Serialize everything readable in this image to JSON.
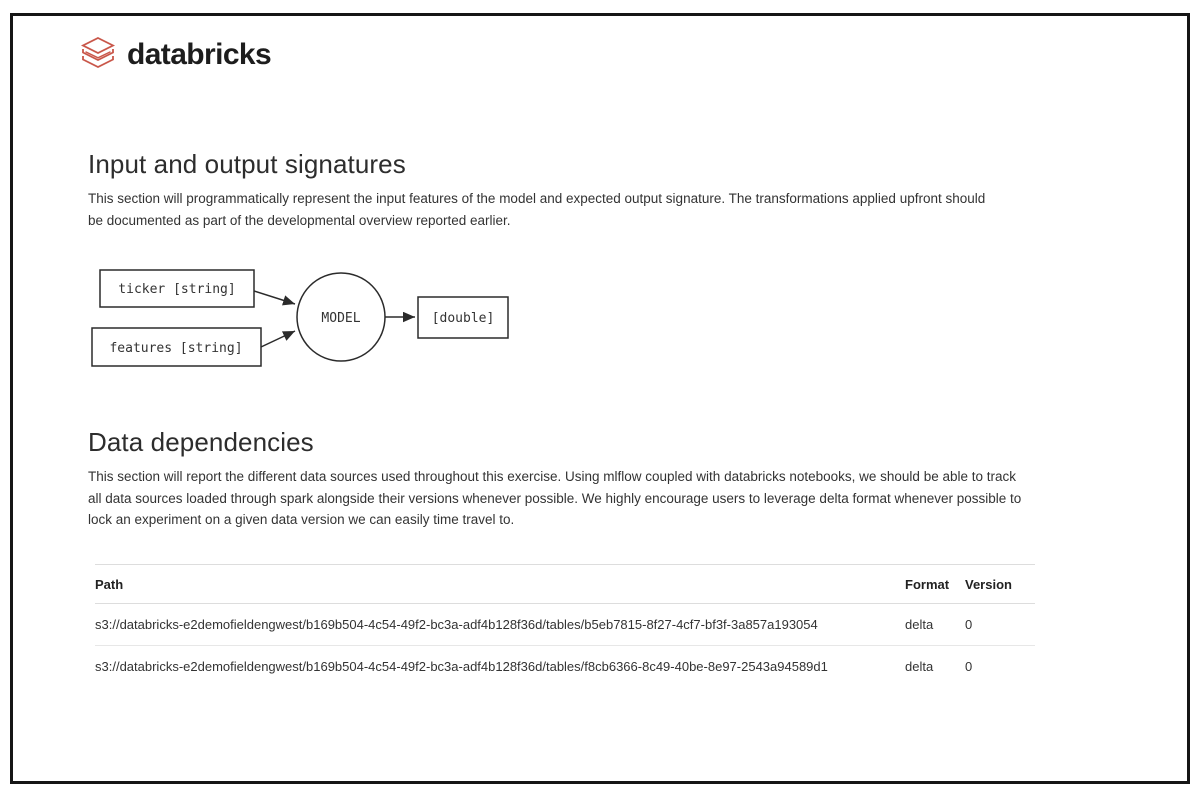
{
  "brand": {
    "logo_text": "databricks",
    "logo_color": "#C9574A"
  },
  "signatures_section": {
    "title": "Input and output signatures",
    "description": "This section will programmatically represent the input features of the model and expected output signature. The transformations applied upfront should be documented as part of the developmental overview reported earlier."
  },
  "diagram": {
    "input_1": "ticker [string]",
    "input_2": "features [string]",
    "model": "MODEL",
    "output": "[double]"
  },
  "dependencies_section": {
    "title": "Data dependencies",
    "description": "This section will report the different data sources used throughout this exercise. Using mlflow coupled with databricks notebooks, we should be able to track all data sources loaded through spark alongside their versions whenever possible. We highly encourage users to leverage delta format whenever possible to lock an experiment on a given data version we can easily time travel to."
  },
  "table": {
    "columns": [
      "Path",
      "Format",
      "Version"
    ],
    "rows": [
      {
        "path": "s3://databricks-e2demofieldengwest/b169b504-4c54-49f2-bc3a-adf4b128f36d/tables/b5eb7815-8f27-4cf7-bf3f-3a857a193054",
        "format": "delta",
        "version": "0"
      },
      {
        "path": "s3://databricks-e2demofieldengwest/b169b504-4c54-49f2-bc3a-adf4b128f36d/tables/f8cb6366-8c49-40be-8e97-2543a94589d1",
        "format": "delta",
        "version": "0"
      }
    ]
  }
}
